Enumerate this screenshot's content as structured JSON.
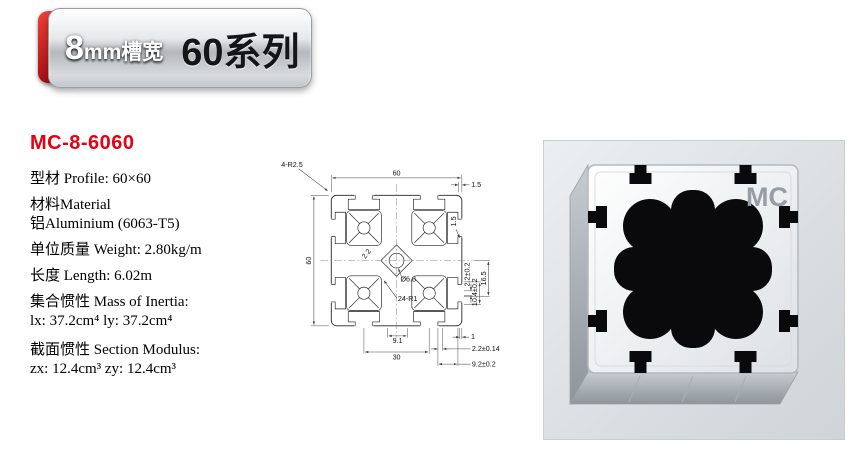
{
  "header": {
    "slot_width": "8mm槽宽",
    "series": "60系列"
  },
  "specs": {
    "model": "MC-8-6060",
    "lines": [
      "型材 Profile: 60×60",
      "材料Material",
      "铝Aluminium (6063-T5)",
      "单位质量 Weight: 2.80kg/m",
      "长度 Length: 6.02m",
      "集合惯性 Mass of Inertia:",
      "lx: 37.2cm⁴  ly: 37.2cm⁴",
      "截面惯性 Section Modulus:",
      "zx: 12.4cm³ zy: 12.4cm³"
    ]
  },
  "drawing": {
    "dims": {
      "width_top": "60",
      "height_left": "60",
      "corner": "4-R2.5",
      "lip_top": "1.5",
      "wall_right": "1.5",
      "web": "2.2",
      "center_hole": "Ø6.8",
      "fillets": "24-R1",
      "slot_inner": "9.1",
      "pitch": "30",
      "dim_2_2a": "2.2±0.2",
      "dim_10_4": "10.4±0.2",
      "dim_16_5": "16.5",
      "dim_1": "1",
      "dim_2_2b": "2.2±0.14",
      "dim_9_2": "9.2±0.2"
    }
  },
  "photo": {
    "watermark": "MC"
  },
  "colors": {
    "accent_red": "#cc1417",
    "model_red": "#e60012",
    "line": "#222222"
  }
}
